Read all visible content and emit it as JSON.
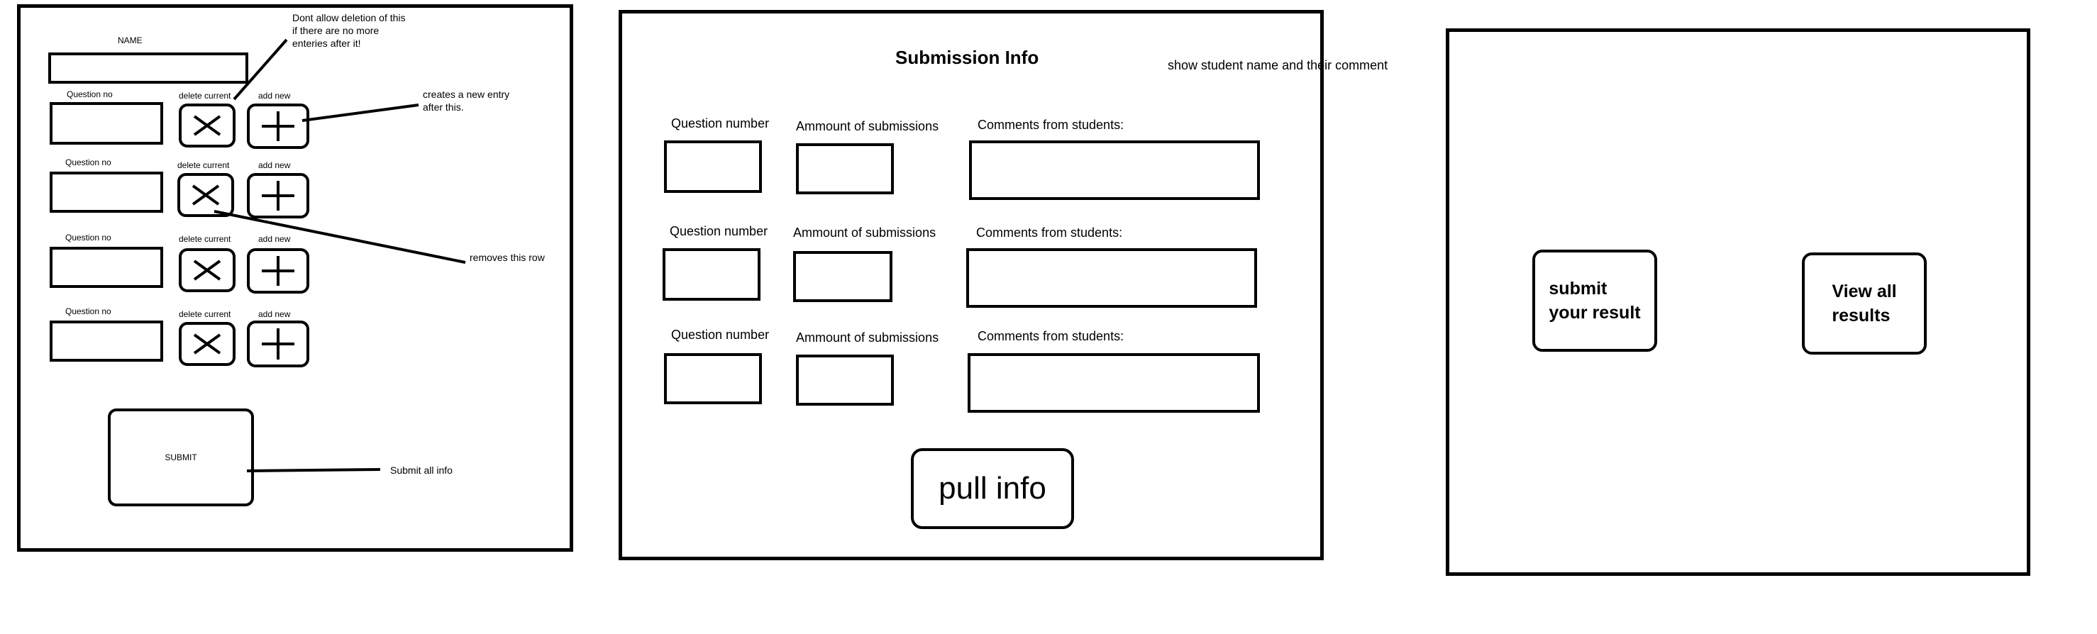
{
  "form_panel": {
    "name_label": "NAME",
    "rows": [
      {
        "question_label": "Question no",
        "delete_label": "delete current",
        "add_label": "add new"
      },
      {
        "question_label": "Question no",
        "delete_label": "delete current",
        "add_label": "add new"
      },
      {
        "question_label": "Question no",
        "delete_label": "delete current",
        "add_label": "add new"
      },
      {
        "question_label": "Question no",
        "delete_label": "delete current",
        "add_label": "add new"
      }
    ],
    "submit_label": "SUBMIT",
    "notes": {
      "no_delete": "Dont allow deletion of this if there are no more enteries after it!",
      "creates_entry": "creates a new entry after this.",
      "removes_row": "removes this row",
      "submit_all": "Submit all info"
    }
  },
  "info_panel": {
    "title": "Submission Info",
    "side_note": "show student name and their comment",
    "rows": [
      {
        "question_label": "Question number",
        "amount_label": "Ammount of submissions",
        "comments_label": "Comments from students:"
      },
      {
        "question_label": "Question number",
        "amount_label": "Ammount of submissions",
        "comments_label": "Comments from students:"
      },
      {
        "question_label": "Question number",
        "amount_label": "Ammount of submissions",
        "comments_label": "Comments from students:"
      }
    ],
    "pull_button": "pull info"
  },
  "home_panel": {
    "submit_button": "submit\nyour result",
    "view_button": "View all\nresults"
  },
  "icons": {
    "delete": "x-icon",
    "add": "plus-icon"
  }
}
